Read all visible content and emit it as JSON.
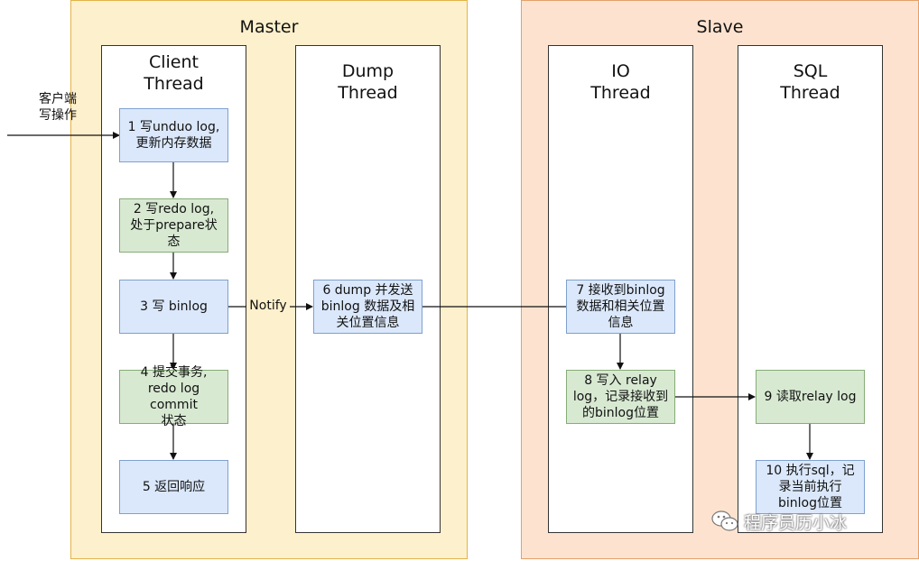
{
  "groups": {
    "master": {
      "title": "Master"
    },
    "slave": {
      "title": "Slave"
    }
  },
  "lanes": {
    "client": {
      "line1": "Client",
      "line2": "Thread"
    },
    "dump": {
      "line1": "Dump",
      "line2": "Thread"
    },
    "io": {
      "line1": "IO",
      "line2": "Thread"
    },
    "sql": {
      "line1": "SQL",
      "line2": "Thread"
    }
  },
  "input_label": {
    "line1": "客户端",
    "line2": "写操作"
  },
  "notify_label": "Notify",
  "steps": {
    "s1": {
      "line1": "1 写unduo log,",
      "line2": "更新内存数据"
    },
    "s2": {
      "line1": "2 写redo log,",
      "line2": "处于prepare状",
      "line3": "态"
    },
    "s3": {
      "line1": "3 写 binlog"
    },
    "s4": {
      "line1": "4 提交事务,",
      "line2": "redo log commit",
      "line3": "状态"
    },
    "s5": {
      "line1": "5 返回响应"
    },
    "s6": {
      "line1": "6 dump 并发送",
      "line2": "binlog 数据及相",
      "line3": "关位置信息"
    },
    "s7": {
      "line1": "7 接收到binlog",
      "line2": "数据和相关位置",
      "line3": "信息"
    },
    "s8": {
      "line1": "8 写入 relay",
      "line2": "log，记录接收到",
      "line3": "的binlog位置"
    },
    "s9": {
      "line1": "9 读取relay log"
    },
    "s10": {
      "line1": "10 执行sql，记",
      "line2": "录当前执行",
      "line3": "binlog位置"
    }
  },
  "watermark": {
    "text": "程序员历小冰",
    "icon": "wechat-icon"
  },
  "colors": {
    "master_fill": "#fdf0cc",
    "master_border": "#e2b44a",
    "slave_fill": "#fde3cf",
    "slave_border": "#e2a06a",
    "blue_fill": "#dbe8fb",
    "blue_border": "#7fa0cf",
    "green_fill": "#d8e9d2",
    "green_border": "#86ad76"
  }
}
